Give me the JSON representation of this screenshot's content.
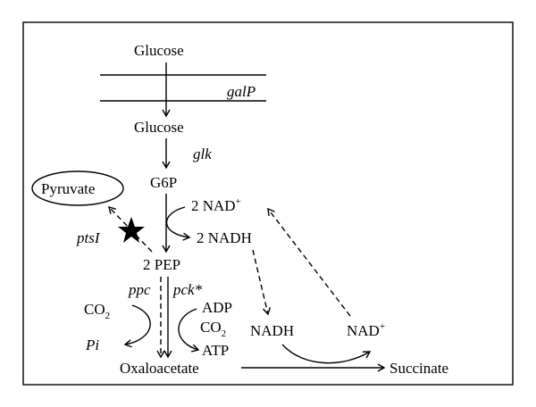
{
  "labels": {
    "glucose_outside": "Glucose",
    "galP": "galP",
    "glucose_inside": "Glucose",
    "glk": "glk",
    "g6p": "G6P",
    "pyruvate": "Pyruvate",
    "ptsI": "ptsI",
    "nad_plus_left": "2 NAD",
    "nad_plus_left_sup": "+",
    "nadh_two": "2 NADH",
    "pep": "2 PEP",
    "ppc": "ppc",
    "pck": "pck*",
    "co2_left": "CO",
    "co2_left_sub": "2",
    "pi": "Pi",
    "adp": "ADP",
    "co2_right": "CO",
    "co2_right_sub": "2",
    "atp": "ATP",
    "nadh": "NADH",
    "nad_plus_right": "NAD",
    "nad_plus_right_sup": "+",
    "oxaloacetate": "Oxaloacetate",
    "succinate": "Succinate"
  }
}
